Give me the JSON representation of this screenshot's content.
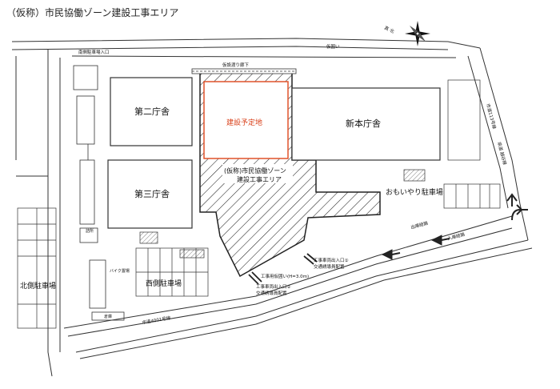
{
  "title": "（仮称）市民協働ゾーン建設工事エリア",
  "buildings": {
    "second_office": "第二庁舎",
    "third_office": "第三庁舎",
    "new_main_office": "新本庁舎"
  },
  "areas": {
    "planned_site": "建設予定地",
    "construction_area_line1": "(仮称)市民協働ゾーン",
    "construction_area_line2": "建設工事エリア"
  },
  "parking": {
    "north": "北側駐車場",
    "west": "西側駐車場",
    "omoiyari": "おもいやり駐車場",
    "bike": "バイク置場",
    "storage": "倉庫",
    "kiosk": "詰所"
  },
  "roads": {
    "city_road": "市道4001号線",
    "city_road_right": "市道113号線",
    "prefectural_road": "県道 越谷線"
  },
  "labels": {
    "south_parking_entrance": "南側駐車場入口",
    "temp_walkway": "仮設渡り廊下",
    "temp_fence_top": "仮囲い",
    "exit_route": "出庫経路",
    "entry_route": "入庫経路",
    "gate1_line1": "工事車両出入口①",
    "gate1_line2": "交通誘導員配置",
    "gate2_line1": "工事車両出入口②",
    "gate2_line2": "交通誘導員配置",
    "temp_fence_height": "工事用仮囲い(H=3.0m)",
    "north_arrow": "真 北"
  },
  "colors": {
    "planned_site_outline": "#e0522a",
    "planned_site_text": "#d9401a",
    "line": "#333333",
    "hatch": "#222222"
  }
}
